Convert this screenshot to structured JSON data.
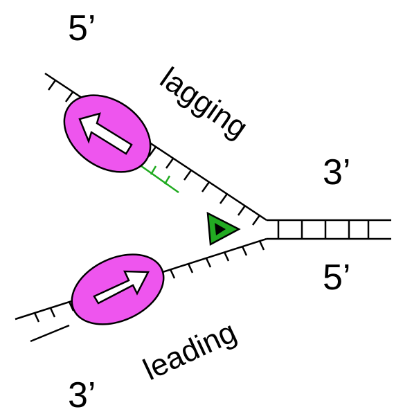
{
  "labels": {
    "top_left_end": "5’",
    "bottom_left_end": "3’",
    "right_top_end": "3’",
    "right_bottom_end": "5’",
    "lagging_strand": "lagging",
    "leading_strand": "leading"
  },
  "colors": {
    "strand": "#000000",
    "new_lagging_fragment": "#1faa1f",
    "polymerase_fill": "#ee55ee",
    "helicase_fill": "#22aa22",
    "arrow_fill": "#ffffff"
  },
  "icons": {
    "polymerase": "ellipse-with-arrow",
    "helicase": "triangle"
  }
}
